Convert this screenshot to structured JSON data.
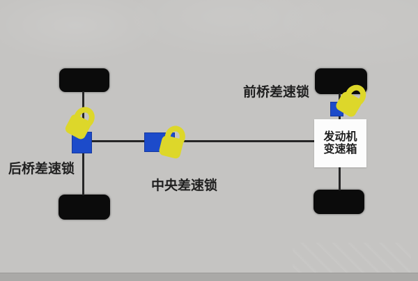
{
  "diagram": {
    "type": "drivetrain-differential-lock-schematic",
    "labels": {
      "rear_diff_lock": "后桥差速锁",
      "center_diff_lock": "中央差速锁",
      "front_diff_lock": "前桥差速锁"
    },
    "engine_box": {
      "line1": "发动机",
      "line2": "变速箱"
    },
    "colors": {
      "background": "#c5c4c2",
      "lock_yellow": "#ddd72a",
      "diff_blue": "#1c4bca",
      "wheel_black": "#0b0b0b",
      "line_dark": "#262626",
      "box_white": "#fcfcfc",
      "text_dark": "#1f1f1f"
    }
  }
}
